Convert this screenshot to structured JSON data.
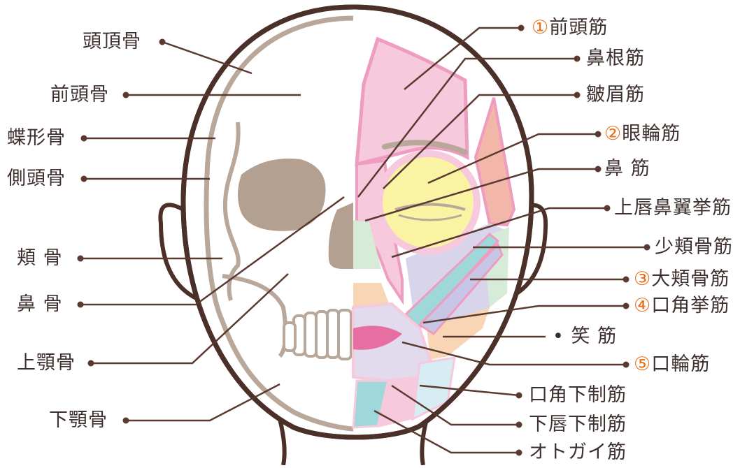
{
  "bones": {
    "parietal": "頭頂骨",
    "frontal": "前頭骨",
    "sphenoid": "蝶形骨",
    "temporal": "側頭骨",
    "zygomatic": "頬 骨",
    "nasal": "鼻 骨",
    "maxilla": "上顎骨",
    "mandible": "下顎骨"
  },
  "muscles": {
    "frontalis": {
      "num": "①",
      "name": "前頭筋"
    },
    "procerus": {
      "name": "鼻根筋"
    },
    "corrugator": {
      "name": "皺眉筋"
    },
    "orbicularis_oculi": {
      "num": "②",
      "name": "眼輪筋"
    },
    "nasalis": {
      "name": "鼻 筋"
    },
    "levator_labii_alaeque": {
      "name": "上唇鼻翼挙筋"
    },
    "zygomaticus_minor": {
      "name": "少頬骨筋"
    },
    "zygomaticus_major": {
      "num": "③",
      "name": "大頬骨筋"
    },
    "levator_anguli_oris": {
      "num": "④",
      "name": "口角挙筋"
    },
    "risorius": {
      "name": "• 笑 筋"
    },
    "orbicularis_oris": {
      "num": "⑤",
      "name": "口輪筋"
    },
    "depressor_anguli_oris": {
      "name": "口角下制筋"
    },
    "depressor_labii": {
      "name": "下唇下制筋"
    },
    "mentalis": {
      "name": "オトガイ筋"
    }
  },
  "colors": {
    "line": "#5a3a30",
    "bone": "#b9a899",
    "orbit": "#b3a090",
    "outline": "#4a3028",
    "pink": "#f6c9dc",
    "pink_stroke": "#ee9cc0",
    "yellow": "#fbf3a4",
    "lavender": "#d7d4ec",
    "mint": "#d7ecd8",
    "teal": "#9fd8db",
    "peach": "#f8d6b5",
    "salmon": "#f3b7a9",
    "lip": "#e76ea0",
    "accent_number": "#e8701c"
  }
}
